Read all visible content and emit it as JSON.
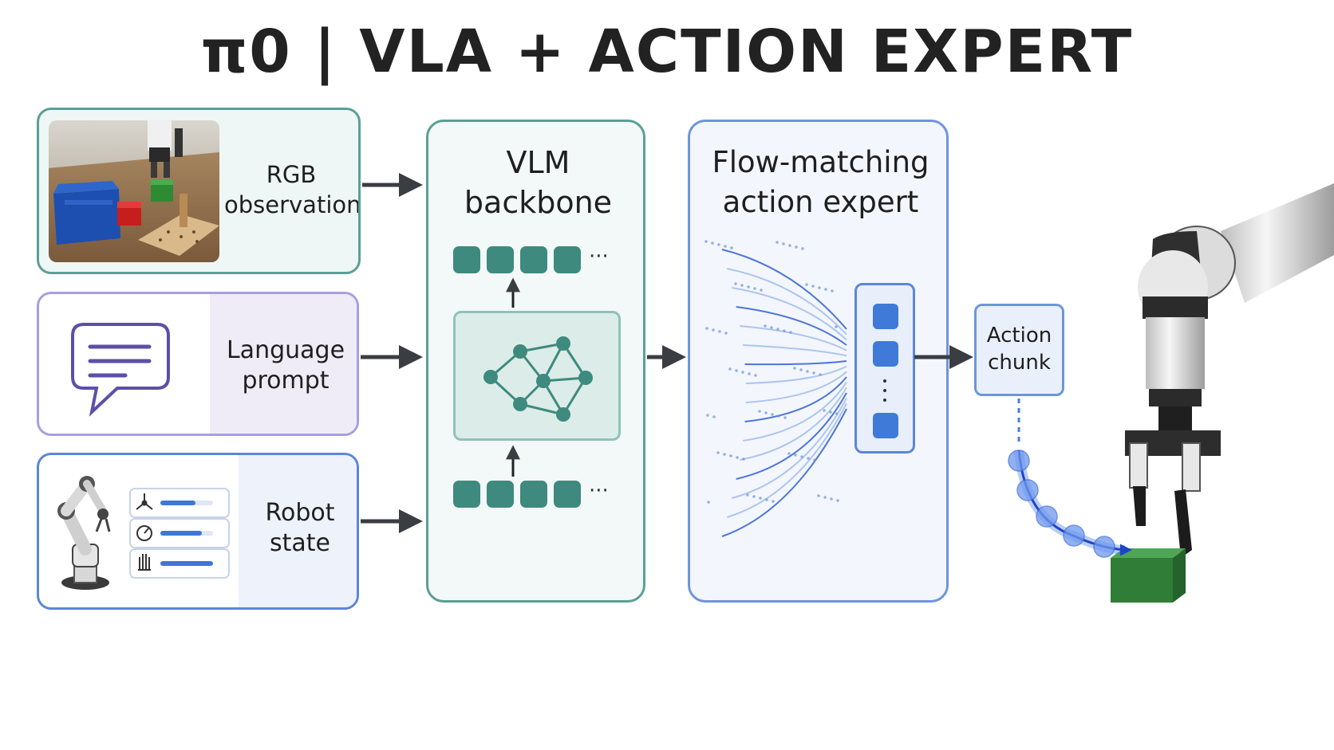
{
  "title": "π0 | VLA + ACTION EXPERT",
  "inputs": {
    "rgb": {
      "line1": "RGB",
      "line2": "observations"
    },
    "language": {
      "line1": "Language",
      "line2": "prompt"
    },
    "robot": {
      "line1": "Robot",
      "line2": "state"
    }
  },
  "vlm": {
    "line1": "VLM",
    "line2": "backbone",
    "ellipsis": "···"
  },
  "action_expert": {
    "line1": "Flow-matching",
    "line2": "action expert"
  },
  "output": {
    "line1": "Action",
    "line2": "chunk"
  },
  "colors": {
    "teal": "#3f8f86",
    "teal_fill": "#f2f9f8",
    "purple": "#8d7fd0",
    "blue": "#4c7fd6",
    "token": "#3e8a7e",
    "arrow": "#3a3d42"
  }
}
